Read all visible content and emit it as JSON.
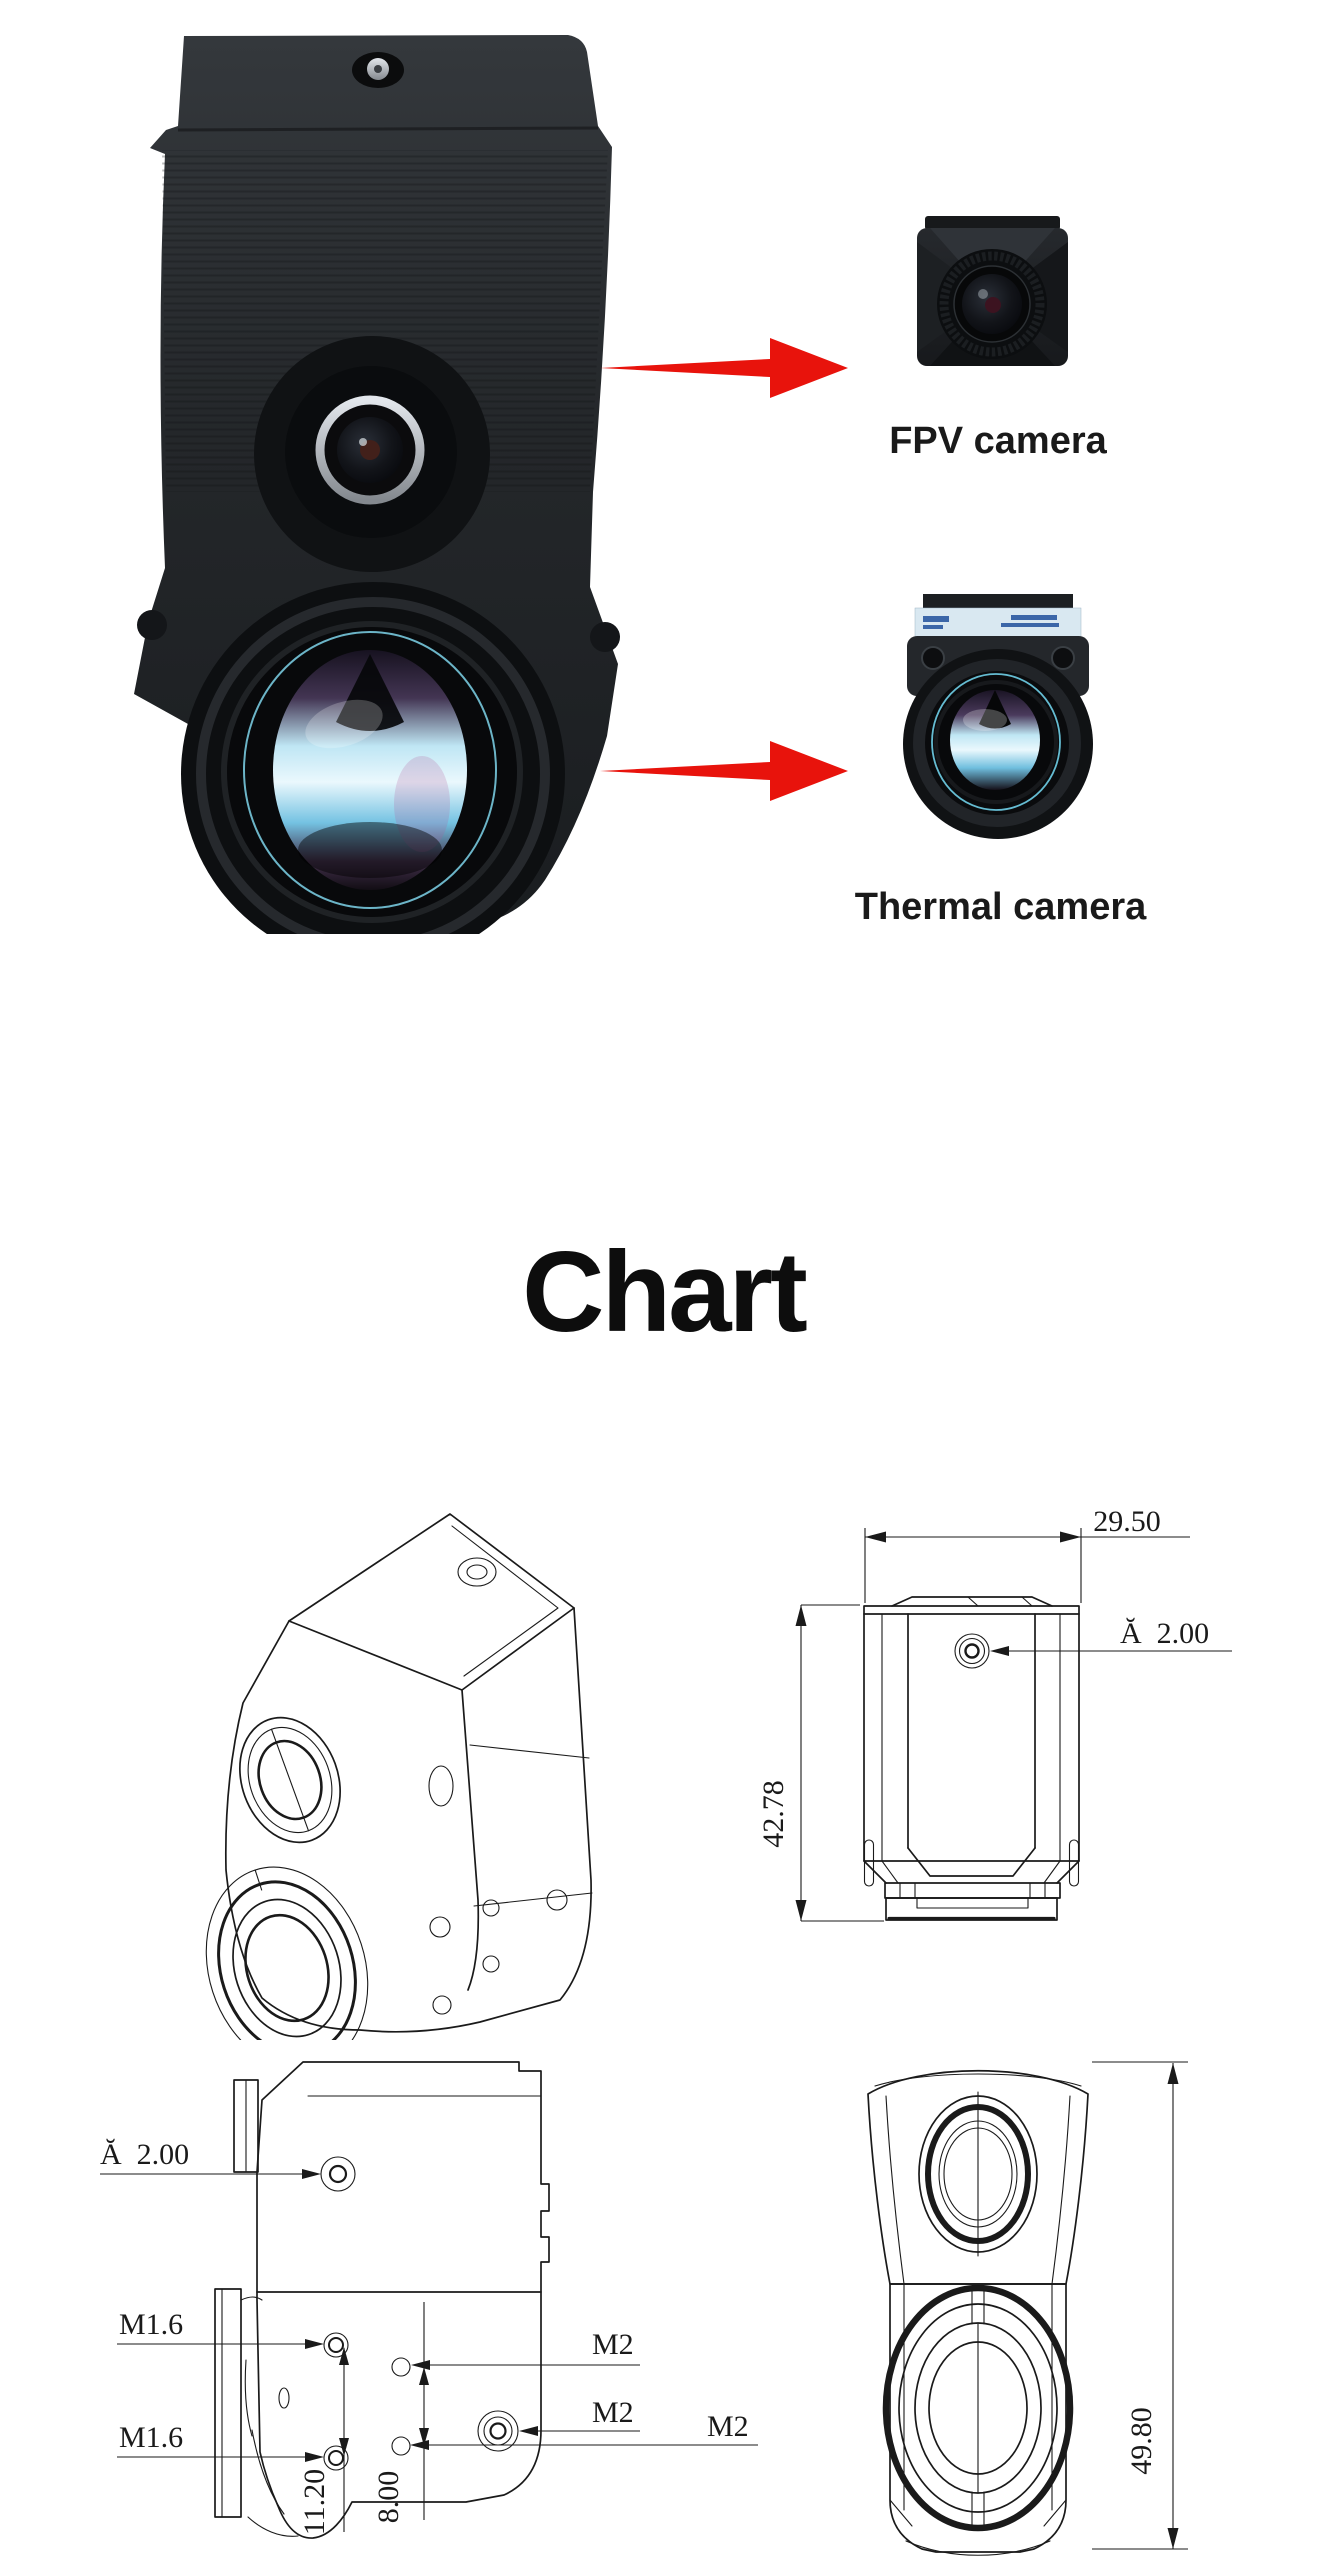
{
  "hero": {
    "fpv_label": "FPV camera",
    "thermal_label": "Thermal camera",
    "arrow_color": "#e8130c"
  },
  "heading": {
    "title": "Chart"
  },
  "drawings": {
    "rear_view": {
      "width_dim": "29.50",
      "height_dim": "42.78",
      "hole_label": "Ă  2.00"
    },
    "side_view": {
      "hole_label": "Ă  2.00",
      "m16_top": "M1.6",
      "m16_bottom": "M1.6",
      "m2_top": "M2",
      "m2_mid": "M2",
      "m2_right": "M2",
      "offset_dim": "11.20",
      "spacing_dim": "8.00"
    },
    "front_view": {
      "height_dim": "49.80"
    }
  }
}
